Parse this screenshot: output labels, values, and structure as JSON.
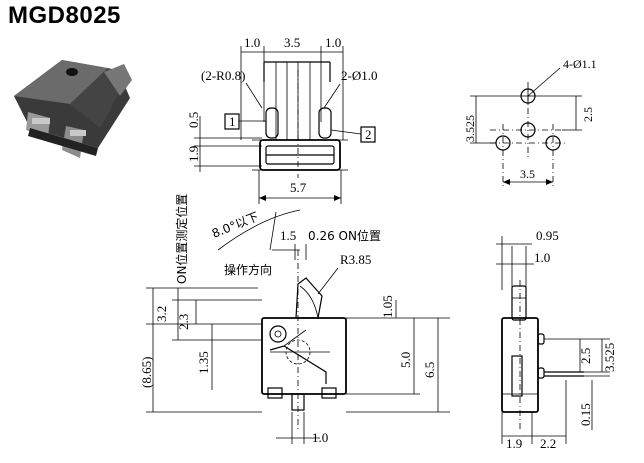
{
  "title": "MGD8025",
  "top_view": {
    "dims_top": [
      "1.0",
      "3.5",
      "1.0"
    ],
    "radius_note": "(2-R0.8)",
    "hole_note": "2-Ø1.0",
    "left_dims": [
      "0.5",
      "1.9"
    ],
    "terminal_1": "1",
    "terminal_2": "2",
    "width": "5.7"
  },
  "footprint": {
    "holes": "4-Ø1.1",
    "height_total": "3.525",
    "height_inner": "2.5",
    "width": "3.5"
  },
  "front_view": {
    "angle_note": "8.0°以下",
    "vertical_note": "ON位置测定位置",
    "dim_1_5": "1.5",
    "on_note": "0.26 ON位置",
    "direction": "操作方向",
    "radius": "R3.85",
    "dim_1_05": "1.05",
    "dim_3_2": "3.2",
    "dim_2_3": "2.3",
    "dim_1_35": "1.35",
    "dim_8_65": "(8.65)",
    "dim_5_0": "5.0",
    "dim_6_5": "6.5",
    "dim_1_0_bottom": "1.0"
  },
  "side_view": {
    "dim_0_95": "0.95",
    "dim_1_0": "1.0",
    "dim_2_5": "2.5",
    "dim_3_525": "3.525",
    "dim_0_15": "0.15",
    "dim_1_9": "1.9",
    "dim_2_2": "2.2"
  }
}
